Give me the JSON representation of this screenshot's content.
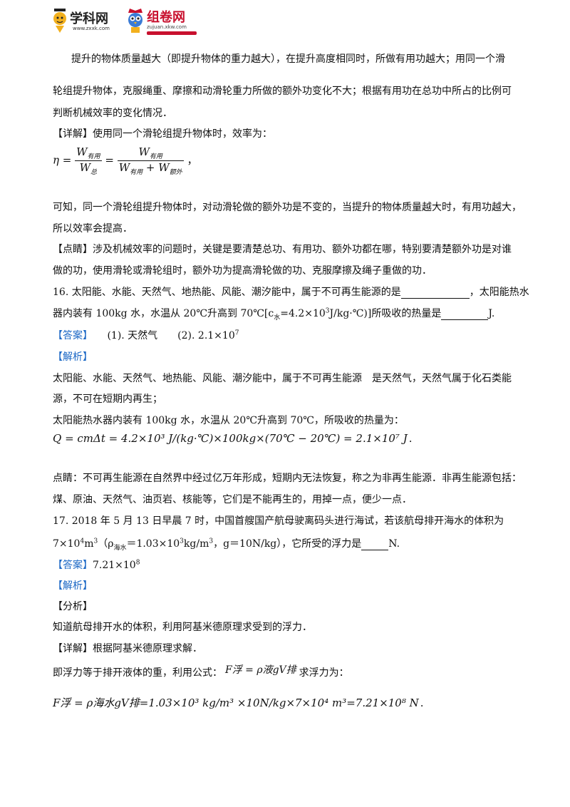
{
  "header": {
    "logo_left_text": "学科网",
    "logo_left_url": "www.zxxk.com",
    "logo_right_text": "组卷网",
    "logo_right_url": "zujuan.xkw.com"
  },
  "p1": "提升的物体质量越大（即提升物体的重力越大），在提升高度相同时，所做有用功越大；用同一个滑",
  "p2": "轮组提升物体，克服绳重、摩擦和动滑轮重力所做的额外功变化不大；根据有用功在总功中所占的比例可",
  "p3": "判断机械效率的变化情况．",
  "detail1_tag": "【详解】",
  "detail1_text": "使用同一个滑轮组提升物体时，效率为：",
  "eq1": {
    "eta": "η =",
    "w": "W",
    "useful": "有用",
    "total": "总",
    "eq": "=",
    "useful2": "有用",
    "plus": "+",
    "extra": "额外",
    "tail": "，"
  },
  "p4": "可知，同一个滑轮组提升物体时，对动滑轮做的额外功是不变的，当提升的物体质量越大时，有用功越大，",
  "p5": "所以效率会提高．",
  "tip1_tag": "【点睛】",
  "tip1_text": "涉及机械效率的问题时，关键是要清楚总功、有用功、额外功都在哪，特别要清楚额外功是对谁",
  "tip1_text2": "做的功，使用滑轮或滑轮组时，额外功为提高滑轮做的功、克服摩擦及绳子重做的功．",
  "q16_line1a": "16. 太阳能、水能、天然气、地热能、风能、潮汐能中，属于不可再生能源的是",
  "q16_line1b": "，太阳能热水",
  "q16_line2a": "器内装有 100kg 水，水温从 20℃升高到 70℃[c",
  "q16_line2_sub": "水",
  "q16_line2b": "=4.2×10",
  "q16_line2_sup": "3",
  "q16_line2c": "J/kg·℃)]所吸收的热量是",
  "q16_line2d": "J.",
  "ans16_tag": "【答案】",
  "ans16_text": "(1). 天然气　　(2). 2.1×10",
  "ans16_sup": "7",
  "analysis16_tag": "【解析】",
  "a16_l1": "太阳能、水能、天然气、地热能、风能、潮汐能中，属于不可再生能源　是天然气，天然气属于化石类能",
  "a16_l2": "源，不可在短期内再生；",
  "a16_l3": "太阳能热水器内装有 100kg 水，水温从 20℃升高到 70℃，所吸收的热量为：",
  "eq2": "Q = cmΔt = 4.2×10³ J/(kg·℃)×100kg×(70℃ − 20℃) = 2.1×10⁷ J",
  "eq2_dot": ".",
  "a16_l4": "点睛：不可再生能源在自然界中经过亿万年形成，短期内无法恢复，称之为非再生能源．非再生能源包括：",
  "a16_l5": "煤、原油、天然气、油页岩、核能等，它们是不能再生的，用掉一点，便少一点．",
  "q17_l1": "17. 2018 年 5 月 13 日早晨 7 时，中国首艘国产航母驶离码头进行海试，若该航母排开海水的体积为",
  "q17_l2a": "7×10",
  "q17_l2_sup1": "4",
  "q17_l2b": "m",
  "q17_l2_sup2": "3",
  "q17_l2c": "（ρ",
  "q17_l2_sub": "海水",
  "q17_l2d": "＝1.03×10",
  "q17_l2_sup3": "3",
  "q17_l2e": "kg/m",
  "q17_l2_sup4": "3",
  "q17_l2f": "，g＝10N/kg），它所受的浮力是",
  "q17_l2g": "N.",
  "ans17_tag": "【答案】",
  "ans17_text": "7.21×10",
  "ans17_sup": "8",
  "analysis17_tag": "【解析】",
  "fenxi_tag": "【分析】",
  "fenxi_text": "知道航母排开水的体积，利用阿基米德原理求受到的浮力．",
  "detail2_tag": "【详解】",
  "detail2_text": "根据阿基米德原理求解．",
  "l_formula_a": "即浮力等于排开液体的重，利用公式：",
  "l_formula_eq": "F浮 = ρ液gV排",
  "l_formula_b": "求浮力为：",
  "eq3": "F浮 = ρ海水gV排=1.03×10³ kg/m³ ×10N/kg×7×10⁴ m³=7.21×10⁸ N",
  "eq3_dot": "."
}
